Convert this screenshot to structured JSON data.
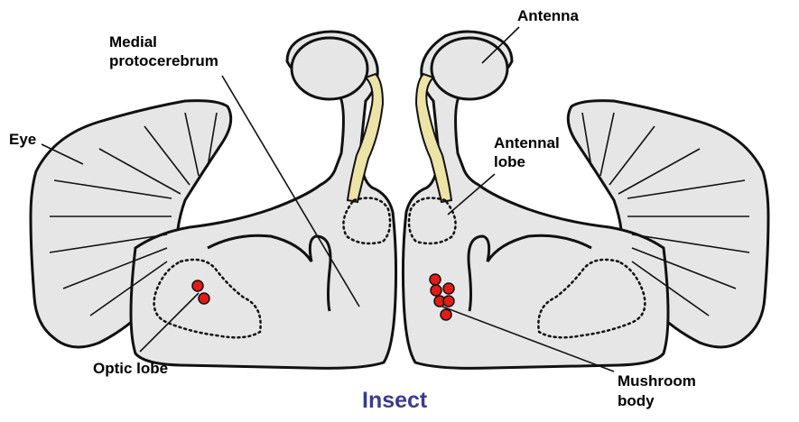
{
  "labels": {
    "antenna": "Antenna",
    "medial_line1": "Medial",
    "medial_line2": "protocerebrum",
    "eye": "Eye",
    "antennal_line1": "Antennal",
    "antennal_line2": "lobe",
    "optic_lobe": "Optic lobe",
    "mushroom_line1": "Mushroom",
    "mushroom_line2": "body"
  },
  "caption": "Insect",
  "colors": {
    "tissue_fill": "#e6e6e6",
    "outline": "#111111",
    "antennal_nerve": "#ece3a6",
    "mushroom_body_cells": "#e41b17",
    "caption": "#3b3b8f"
  }
}
